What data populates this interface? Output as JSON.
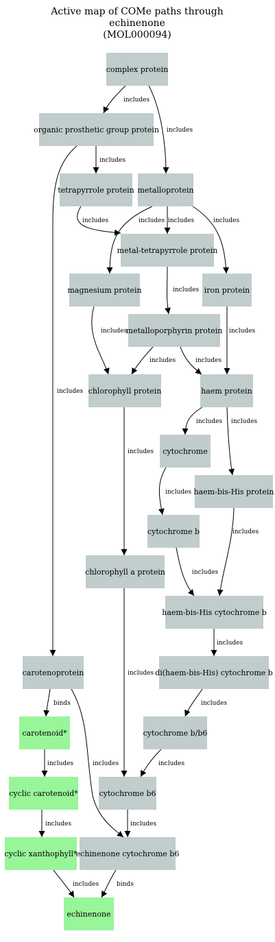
{
  "title_lines": [
    "Active map of COMe paths through",
    "echinenone",
    "(MOL000094)"
  ],
  "colors": {
    "protein_node": "#c1cccc",
    "ligand_node": "#99f599",
    "edge": "#000000",
    "background": "#ffffff"
  },
  "nodes": [
    {
      "id": "complex-protein",
      "label": "complex protein",
      "kind": "protein"
    },
    {
      "id": "organic-prosthetic-group-protein",
      "label": "organic prosthetic group protein",
      "kind": "protein"
    },
    {
      "id": "tetrapyrrole-protein",
      "label": "tetrapyrrole protein",
      "kind": "protein"
    },
    {
      "id": "metalloprotein",
      "label": "metalloprotein",
      "kind": "protein"
    },
    {
      "id": "metal-tetrapyrrole-protein",
      "label": "metal-tetrapyrrole protein",
      "kind": "protein"
    },
    {
      "id": "magnesium-protein",
      "label": "magnesium protein",
      "kind": "protein"
    },
    {
      "id": "iron-protein",
      "label": "iron protein",
      "kind": "protein"
    },
    {
      "id": "metalloporphyrin-protein",
      "label": "metalloporphyrin protein",
      "kind": "protein"
    },
    {
      "id": "chlorophyll-protein",
      "label": "chlorophyll protein",
      "kind": "protein"
    },
    {
      "id": "haem-protein",
      "label": "haem protein",
      "kind": "protein"
    },
    {
      "id": "cytochrome",
      "label": "cytochrome",
      "kind": "protein"
    },
    {
      "id": "haem-bis-his-protein",
      "label": "haem-bis-His protein",
      "kind": "protein"
    },
    {
      "id": "cytochrome-b",
      "label": "cytochrome b",
      "kind": "protein"
    },
    {
      "id": "chlorophyll-a-protein",
      "label": "chlorophyll a protein",
      "kind": "protein"
    },
    {
      "id": "haem-bis-his-cytochrome-b",
      "label": "haem-bis-His cytochrome b",
      "kind": "protein"
    },
    {
      "id": "carotenoprotein",
      "label": "carotenoprotein",
      "kind": "protein"
    },
    {
      "id": "di-haem-bis-his-cytochrome-b",
      "label": "di(haem-bis-His) cytochrome b",
      "kind": "protein"
    },
    {
      "id": "carotenoid",
      "label": "carotenoid*",
      "kind": "ligand"
    },
    {
      "id": "cytochrome-b-b6",
      "label": "cytochrome b/b6",
      "kind": "protein"
    },
    {
      "id": "cyclic-carotenoid",
      "label": "cyclic carotenoid*",
      "kind": "ligand"
    },
    {
      "id": "cytochrome-b6",
      "label": "cytochrome b6",
      "kind": "protein"
    },
    {
      "id": "cyclic-xanthophyll",
      "label": "cyclic xanthophyll*",
      "kind": "ligand"
    },
    {
      "id": "echinenone-cytochrome-b6",
      "label": "echinenone cytochrome b6",
      "kind": "protein"
    },
    {
      "id": "echinenone",
      "label": "echinenone",
      "kind": "ligand"
    }
  ],
  "edges": [
    {
      "from": "complex-protein",
      "to": "organic-prosthetic-group-protein",
      "label": "includes"
    },
    {
      "from": "complex-protein",
      "to": "metalloprotein",
      "label": "includes"
    },
    {
      "from": "organic-prosthetic-group-protein",
      "to": "tetrapyrrole-protein",
      "label": "includes"
    },
    {
      "from": "organic-prosthetic-group-protein",
      "to": "carotenoprotein",
      "label": "includes"
    },
    {
      "from": "tetrapyrrole-protein",
      "to": "metal-tetrapyrrole-protein",
      "label": "includes"
    },
    {
      "from": "metalloprotein",
      "to": "magnesium-protein",
      "label": "includes"
    },
    {
      "from": "metalloprotein",
      "to": "metal-tetrapyrrole-protein",
      "label": "includes"
    },
    {
      "from": "metalloprotein",
      "to": "iron-protein",
      "label": "includes"
    },
    {
      "from": "metal-tetrapyrrole-protein",
      "to": "metalloporphyrin-protein",
      "label": "includes"
    },
    {
      "from": "magnesium-protein",
      "to": "chlorophyll-protein",
      "label": "includes"
    },
    {
      "from": "iron-protein",
      "to": "haem-protein",
      "label": "includes"
    },
    {
      "from": "metalloporphyrin-protein",
      "to": "chlorophyll-protein",
      "label": "includes"
    },
    {
      "from": "metalloporphyrin-protein",
      "to": "haem-protein",
      "label": "includes"
    },
    {
      "from": "haem-protein",
      "to": "cytochrome",
      "label": "includes"
    },
    {
      "from": "haem-protein",
      "to": "haem-bis-his-protein",
      "label": "includes"
    },
    {
      "from": "chlorophyll-protein",
      "to": "chlorophyll-a-protein",
      "label": "includes"
    },
    {
      "from": "cytochrome",
      "to": "cytochrome-b",
      "label": "includes"
    },
    {
      "from": "haem-bis-his-protein",
      "to": "haem-bis-his-cytochrome-b",
      "label": "includes"
    },
    {
      "from": "cytochrome-b",
      "to": "haem-bis-his-cytochrome-b",
      "label": "includes"
    },
    {
      "from": "chlorophyll-a-protein",
      "to": "cytochrome-b6",
      "label": "includes"
    },
    {
      "from": "haem-bis-his-cytochrome-b",
      "to": "di-haem-bis-his-cytochrome-b",
      "label": "includes"
    },
    {
      "from": "di-haem-bis-his-cytochrome-b",
      "to": "cytochrome-b-b6",
      "label": "includes"
    },
    {
      "from": "carotenoprotein",
      "to": "carotenoid",
      "label": "binds"
    },
    {
      "from": "carotenoprotein",
      "to": "echinenone-cytochrome-b6",
      "label": "includes"
    },
    {
      "from": "carotenoid",
      "to": "cyclic-carotenoid",
      "label": "includes"
    },
    {
      "from": "cytochrome-b-b6",
      "to": "cytochrome-b6",
      "label": "includes"
    },
    {
      "from": "cyclic-carotenoid",
      "to": "cyclic-xanthophyll",
      "label": "includes"
    },
    {
      "from": "cytochrome-b6",
      "to": "echinenone-cytochrome-b6",
      "label": "includes"
    },
    {
      "from": "cyclic-xanthophyll",
      "to": "echinenone",
      "label": "includes"
    },
    {
      "from": "echinenone-cytochrome-b6",
      "to": "echinenone",
      "label": "binds"
    }
  ]
}
